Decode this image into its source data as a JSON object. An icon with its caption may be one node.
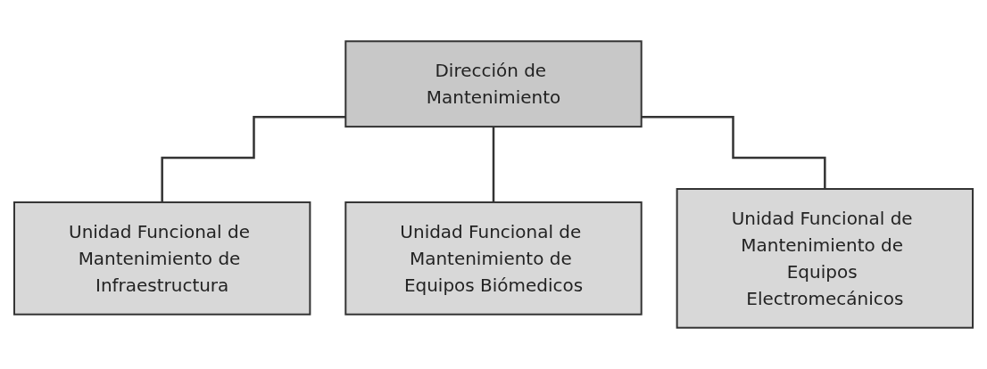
{
  "diagram": {
    "nodes": [
      {
        "text": [
          "Dirección de Mantenimiento"
        ]
      },
      {
        "text": [
          "Unidad Funcional de Mantenimiento de Infraestructura"
        ]
      },
      {
        "text": [
          "Unidad Funcional de Mantenimiento de Equipos Biómedicos"
        ]
      },
      {
        "text": [
          "Unidad Funcional de Mantenimiento de Equipos Electromecánicos"
        ]
      }
    ],
    "edges": [
      {
        "from": 0,
        "to": 1,
        "arrow": "none"
      },
      {
        "from": 0,
        "to": 2,
        "arrow": "none"
      },
      {
        "from": 0,
        "to": 3,
        "arrow": "none"
      }
    ]
  }
}
